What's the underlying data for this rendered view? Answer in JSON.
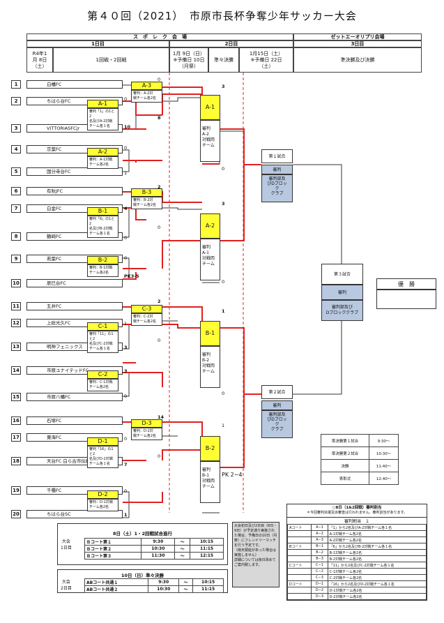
{
  "title": "第４０回（2021）　市原市長杯争奪少年サッカー大会",
  "venues": {
    "left": "ス　ポ　レ　ク　会　場",
    "right": "ゼットエーオリプリ会場"
  },
  "days": {
    "day1": "1日目",
    "day2": "2日目",
    "day3": "3日目"
  },
  "dates": {
    "d1": "R4年1\n月 8日\n（土）",
    "d1_desc": "1回戦・2回戦",
    "d2": "1月 9日（日）\n※予備日 10日\n（月祭）",
    "d2_desc": "準々決勝",
    "d3": "1月15日（土）\n※予備日 22日\n（土）",
    "d3_desc": "準決勝及び決勝"
  },
  "teams": [
    {
      "no": "1",
      "name": "白幡FC"
    },
    {
      "no": "2",
      "name": "ちはら台FC"
    },
    {
      "no": "3",
      "name": "VITTORIASFCjr"
    },
    {
      "no": "4",
      "name": "京葉FC"
    },
    {
      "no": "5",
      "name": "国分寺台FC"
    },
    {
      "no": "6",
      "name": "有秋JFC"
    },
    {
      "no": "7",
      "name": "白金FC"
    },
    {
      "no": "8",
      "name": "鶴崎FC"
    },
    {
      "no": "9",
      "name": "若葉FC"
    },
    {
      "no": "10",
      "name": "辰巳台FC"
    },
    {
      "no": "11",
      "name": "五井FC"
    },
    {
      "no": "12",
      "name": "上総光久FC"
    },
    {
      "no": "13",
      "name": "明神フェニックス"
    },
    {
      "no": "14",
      "name": "市原ユナイテッドFC"
    },
    {
      "no": "15",
      "name": "市原八幡FC"
    },
    {
      "no": "16",
      "name": "石塚FC"
    },
    {
      "no": "17",
      "name": "東海FC"
    },
    {
      "no": "18",
      "name": "天台FC 白ら古市伝統サッカー"
    },
    {
      "no": "19",
      "name": "千種FC"
    },
    {
      "no": "20",
      "name": "ちはら台SC"
    }
  ],
  "round1": [
    {
      "label": "A-1",
      "note": "審判「1」の1と2\n名及びA-2対戦\nチーム各１名"
    },
    {
      "label": "A-2",
      "note": "審判：A-1対戦\nチーム各2名"
    },
    {
      "label": "B-1",
      "note": "審判「6」の1と2\n名及びB-2対戦\nチーム各１名"
    },
    {
      "label": "B-2",
      "note": "審判：B-1対戦\nチーム各2名"
    },
    {
      "label": "C-1",
      "note": "審判「11」の1と2\n名及びC-2対戦\nチーム各１名"
    },
    {
      "label": "C-2",
      "note": "審判：C-1対戦\nチーム各2名"
    },
    {
      "label": "D-1",
      "note": "審判「16」の1と2\n名及びD-2対戦\nチーム各１名"
    },
    {
      "label": "D-2",
      "note": "審判：D-1対戦\nチーム各2名"
    }
  ],
  "round2": [
    {
      "label": "A-3",
      "note": "審判：A-2対\n戦チーム各2名"
    },
    {
      "label": "B-3",
      "note": "審判：B-2対\n戦チーム各2名"
    },
    {
      "label": "C-3",
      "note": "審判：C-2対\n戦チーム各2名"
    },
    {
      "label": "D-3",
      "note": "審判：D-2対\n戦チーム各2名"
    }
  ],
  "qf": [
    {
      "label": "A-1",
      "note": "審判\nA-2\n対戦両\nチーム"
    },
    {
      "label": "A-2",
      "note": "審判\nA-1\n対戦両\nチーム"
    },
    {
      "label": "B-1",
      "note": "審判\nB-2\n対戦両\nチーム"
    },
    {
      "label": "B-2",
      "note": "審判\nB-1\n対戦両\nチーム"
    }
  ],
  "scores": {
    "s1": "0",
    "s2": "0",
    "s3": "10",
    "s_a3top": "0",
    "s_a3bot": "8",
    "s4": "0",
    "s5": "1",
    "s6": "2",
    "s7": "4",
    "s8": "0",
    "s_b3bot": "0",
    "s9": "0",
    "s10": "PK3-5",
    "s11": "2",
    "s12": "1",
    "s13": "3",
    "s_c3bot": "0",
    "s14": "3",
    "s15": "0",
    "s16": "14",
    "s17": "0",
    "s18": "7",
    "s_d3bot": "0",
    "s19": "0",
    "s20": "1",
    "qa1_top": "3",
    "qa1_bot": "0",
    "qa2_top": "3",
    "qa2_bot": "0",
    "qb1_top": "1",
    "qb1_bot": "0",
    "qb2_top": "1",
    "qb2_bot": "PK 2−4"
  },
  "sf1": {
    "label": "第１試合",
    "ref": "審判",
    "ref2": "審判部及\nびDブロッ\nク\nクラブ"
  },
  "sf2": {
    "label": "第２試合",
    "ref": "審判",
    "ref2": "審判部及\nびDブロッ\nク\nクラブ"
  },
  "final": {
    "label": "第３試合",
    "ref": "審判",
    "ref2": "審判部及び\nDブロッククラブ"
  },
  "winner": {
    "label": "優　勝"
  },
  "schedule": [
    {
      "name": "準決勝第１試合",
      "time": "9:30〜"
    },
    {
      "name": "準決勝第２試合",
      "time": "10:30〜"
    },
    {
      "name": "決勝",
      "time": "11:40〜"
    },
    {
      "name": "表彰式",
      "time": "12:40〜"
    }
  ],
  "day1_table": {
    "title": "8日（土）1・2回戦試合進行",
    "day": "大会\n1日目",
    "rows": [
      {
        "court": "Ｂコート第１",
        "start": "9:30",
        "sep": "〜",
        "end": "10:15"
      },
      {
        "court": "Ｂコート第２",
        "start": "10:30",
        "sep": "〜",
        "end": "11:15"
      },
      {
        "court": "Ｂコート第３",
        "start": "11:30",
        "sep": "〜",
        "end": "12:15"
      }
    ]
  },
  "day2_table": {
    "title": "10日（日）準々決勝",
    "day": "大会\n2日目",
    "rows": [
      {
        "court": "ABコート共通１",
        "start": "9:30",
        "sep": "〜",
        "end": "10:15"
      },
      {
        "court": "ABコート共通２",
        "start": "10:30",
        "sep": "〜",
        "end": "11:15"
      }
    ]
  },
  "note_box": "大会初日及び2日目（8日・9日）が予定通り実施された場合、予備日の10日（月祭）にフレンドリーマッチを行う予定です。\n（雨天順延があった場合は実施しません）\n詳細については後日改めてご案内致します。",
  "ref_table": {
    "header": "○8日（1&2回戦）審判割当",
    "header2": "＊今回審判派遣及派審査は行われません。審判割当があります。",
    "title": "審判割当　１",
    "rows": [
      {
        "court": "Aコート",
        "game": "A−1",
        "ref": "「1」から2名及びA-2対戦チーム各１名"
      },
      {
        "court": "",
        "game": "A−2",
        "ref": "A-1対戦チーム各2名"
      },
      {
        "court": "",
        "game": "A−3",
        "ref": "A-2対戦チーム各2名"
      },
      {
        "court": "Bコート",
        "game": "B−1",
        "ref": "「6」から2名及びB-2対戦チーム各１名"
      },
      {
        "court": "",
        "game": "B−2",
        "ref": "B-1対戦チーム各2名"
      },
      {
        "court": "",
        "game": "B−3",
        "ref": "B-2対戦チーム各2名"
      },
      {
        "court": "Cコート",
        "game": "C−1",
        "ref": "「11」から2名及びC-2対戦チーム各１名"
      },
      {
        "court": "",
        "game": "C−2",
        "ref": "C-1対戦チーム各2名"
      },
      {
        "court": "",
        "game": "C−3",
        "ref": "C-2対戦チーム各2名"
      },
      {
        "court": "Dコート",
        "game": "D−1",
        "ref": "「16」から2名及びD-2対戦チーム各１名"
      },
      {
        "court": "",
        "game": "D−2",
        "ref": "D-1対戦チーム各2名"
      },
      {
        "court": "",
        "game": "D−3",
        "ref": "D-2対戦チーム各2名"
      }
    ]
  },
  "colors": {
    "win_line": "#e02020",
    "yellow": "#ffff33",
    "blue": "#b8c8e0"
  }
}
